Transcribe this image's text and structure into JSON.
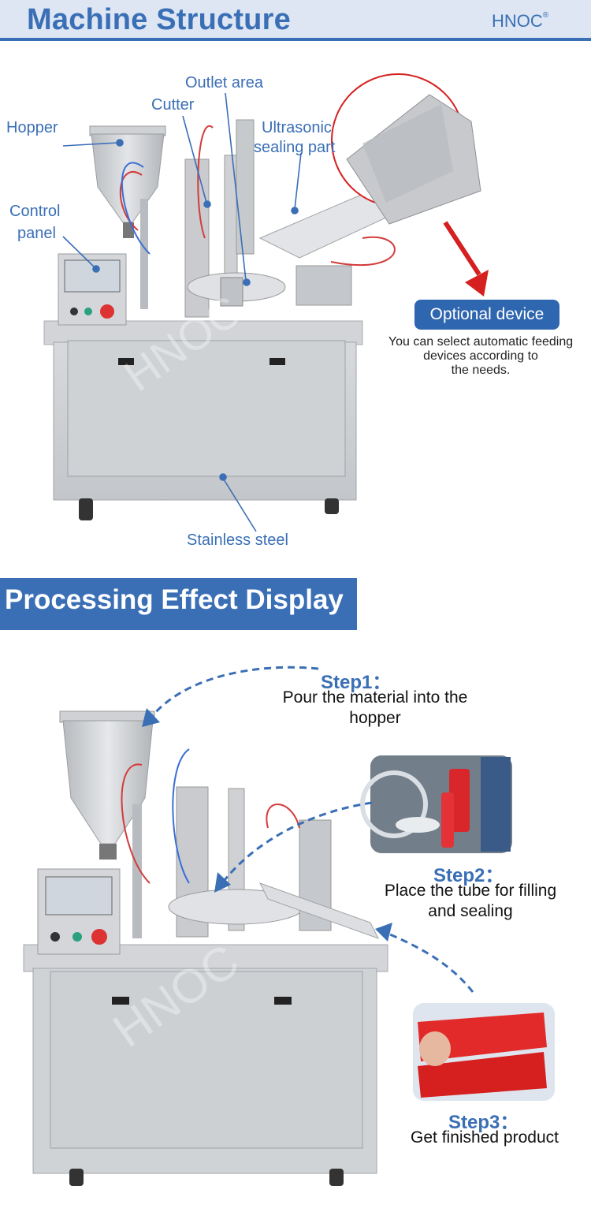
{
  "header": {
    "title": "Machine Structure",
    "brand": "HNOC",
    "brand_mark": "®"
  },
  "structure_labels": {
    "outlet": "Outlet area",
    "cutter": "Cutter",
    "hopper": "Hopper",
    "ultrasonic_line1": "Ultrasonic",
    "ultrasonic_line2": "sealing part",
    "control_line1": "Control",
    "control_line2": "panel",
    "stainless": "Stainless steel"
  },
  "optional": {
    "button": "Optional device",
    "note_line1": "You can select automatic feeding",
    "note_line2": "devices according to",
    "note_line3": "the needs."
  },
  "section2": {
    "title": "Processing Effect Display"
  },
  "steps": [
    {
      "heading": "Step1：",
      "line1": "Pour the material into the",
      "line2": "hopper"
    },
    {
      "heading": "Step2：",
      "line1": "Place the tube for filling",
      "line2": "and sealing"
    },
    {
      "heading": "Step3：",
      "line1": "Get finished product",
      "line2": ""
    }
  ],
  "watermark": "HNOC",
  "colors": {
    "accent": "#3a6fb6",
    "button": "#2f66b0",
    "highlight_ring": "#d62020",
    "steel": "#c9ccd0"
  }
}
